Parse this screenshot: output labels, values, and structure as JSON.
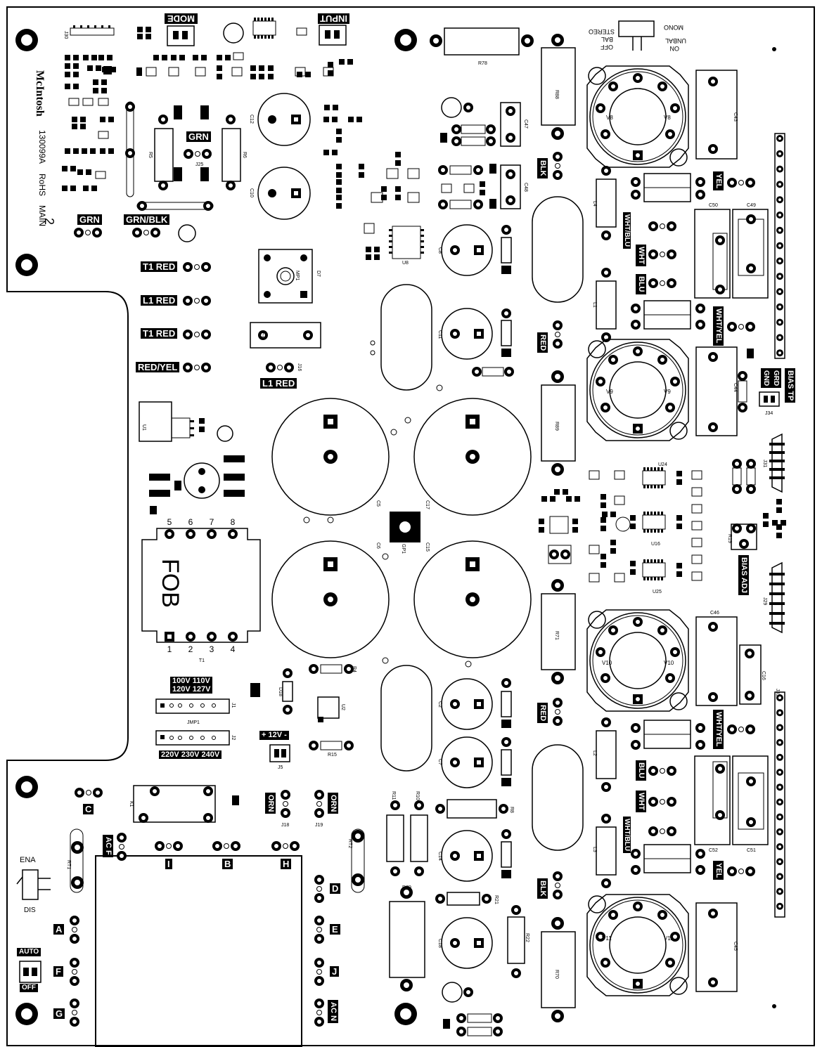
{
  "board": {
    "brand": "McIntosh",
    "part_number": "130099A",
    "rohs": "RoHS",
    "main": "MAIN",
    "rev": "2",
    "transformer_text": "FOB",
    "transformer_ref": "T1",
    "transformer_pins_top": [
      "5",
      "6",
      "7",
      "8"
    ],
    "transformer_pins_bottom": [
      "1",
      "2",
      "3",
      "4"
    ]
  },
  "labels": {
    "mode": "MODE",
    "input": "INPUT",
    "grn": "GRN",
    "grn_left": "GRN",
    "grn_blk": "GRN/BLK",
    "t1_red_1": "T1 RED",
    "l1_red_left": "L1 RED",
    "t1_red_2": "T1 RED",
    "red_yel": "RED/YEL",
    "l1_red_center": "L1 RED",
    "voltage_top_1": "100V 110V",
    "voltage_top_2": "120V 127V",
    "voltage_bottom": "220V 230V 240V",
    "plus12v": "+ 12V -",
    "blk_top": "BLK",
    "red_top": "RED",
    "red_bottom": "RED",
    "blk_bottom": "BLK",
    "yel_top": "YEL",
    "wht_blu_top": "WHT/BLU",
    "wht_top": "WHT",
    "blu_top": "BLU",
    "wht_yel_top": "WHT/YEL",
    "wht_yel_bottom": "WHT/YEL",
    "blu_bottom": "BLU",
    "wht_bottom": "WHT",
    "wht_blu_bottom": "WHT/BLU",
    "yel_bottom": "YEL",
    "gnd": "GND",
    "grd": "GRD",
    "bias_tp": "BIAS TP",
    "bias_adj": "BIAS ADJ",
    "c": "C",
    "orn_1": "ORN",
    "orn_2": "ORN",
    "ac_f": "AC F",
    "i": "I",
    "b": "B",
    "h": "H",
    "d": "D",
    "e": "E",
    "j": "J",
    "ac_n": "AC N",
    "a": "A",
    "f": "F",
    "g": "G",
    "auto": "AUTO",
    "off": "OFF",
    "ena": "ENA",
    "dis": "DIS",
    "switch_on": "ON",
    "switch_off": "OFF",
    "mono": "MONO",
    "unbal": "UNBAL",
    "bal": "BAL",
    "stereo": "STEREO"
  },
  "tubes": [
    {
      "ref": "V8"
    },
    {
      "ref": "V9"
    },
    {
      "ref": "V10"
    },
    {
      "ref": "V11"
    }
  ],
  "refdes": {
    "r78": "R78",
    "r88": "R88",
    "r89": "R89",
    "r71": "R71",
    "r70": "R70",
    "r79": "R79",
    "c43": "C43",
    "c44": "C44",
    "c46": "C46",
    "c45": "C45",
    "c49": "C49",
    "c50": "C50",
    "c51": "C51",
    "c52": "C52",
    "c16": "C16",
    "c12": "C12",
    "c10": "C10",
    "c1": "C1",
    "c5": "C5",
    "c17": "C17",
    "c6": "C6",
    "c15": "C15",
    "c8": "C8",
    "c11": "C11",
    "c2": "C2",
    "c7": "C7",
    "c14": "C14",
    "c18": "C18",
    "c47": "C47",
    "c48": "C48",
    "l1": "L1",
    "l2": "L2",
    "l3": "L3",
    "l4": "L4",
    "r5": "R5",
    "r6": "R6",
    "u1": "U1",
    "u2": "U2",
    "u8": "U8",
    "u16": "U16",
    "u24": "U24",
    "u25": "U25",
    "k1": "K1",
    "j1": "J1",
    "j2": "J2",
    "j5": "J5",
    "jmp1": "JMP1",
    "j31": "J31",
    "j29": "J29",
    "j33": "J33",
    "j34": "J34",
    "j30": "J30",
    "r19": "R19",
    "r15": "R15",
    "r4": "R4",
    "r21": "R21",
    "r22": "R22",
    "r8": "R8",
    "rt1": "RT1",
    "rt2": "RT2",
    "mp1": "MP1",
    "d7": "D7",
    "gp1": "GP1",
    "d18": "D18",
    "j25": "J25",
    "j16": "J16",
    "j18": "J18",
    "j19": "J19",
    "r11": "R11",
    "r10": "R10"
  }
}
